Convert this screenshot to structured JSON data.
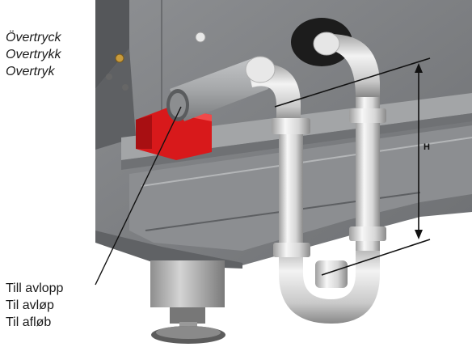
{
  "labels": {
    "overpressure": [
      "Övertryck",
      "Overtrykk",
      "Overtryk"
    ],
    "drain": [
      "Till avlopp",
      "Til avløp",
      "Til afløb"
    ]
  },
  "dimension": {
    "label": "H"
  },
  "colors": {
    "cabinet": "#7d7f82",
    "cabinet_dark": "#4e5053",
    "rail": "#9a9c9e",
    "pipe_light": "#f1f1f1",
    "pipe_shadow": "#a8a8a8",
    "red_block": "#d8191b",
    "line": "#111111"
  }
}
